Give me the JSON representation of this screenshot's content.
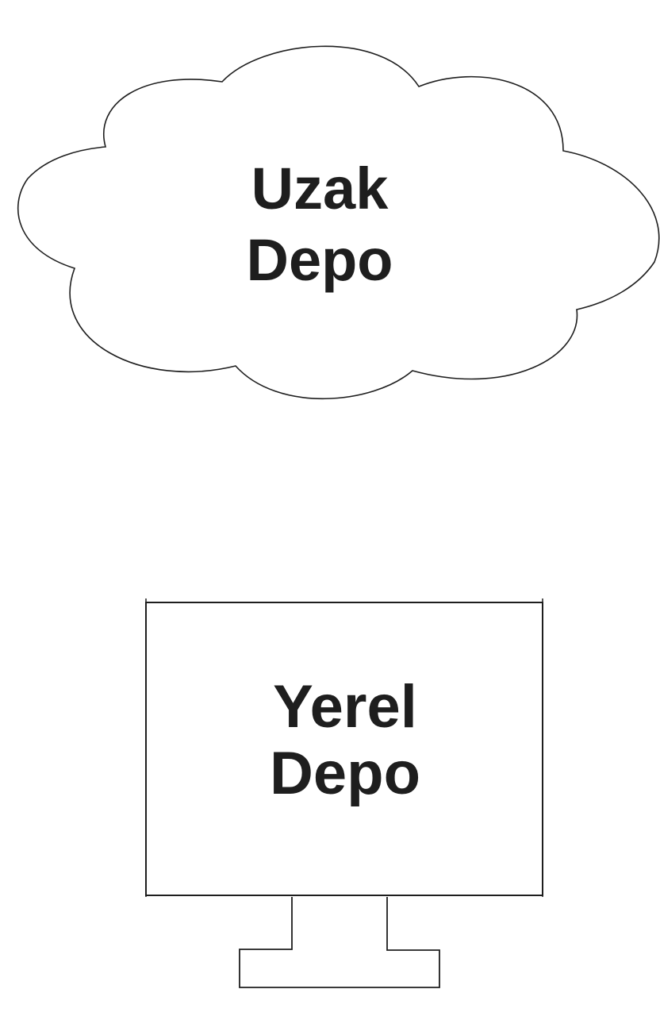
{
  "diagram": {
    "remote": {
      "shape": "cloud",
      "label_line1": "Uzak",
      "label_line2": "Depo"
    },
    "local": {
      "shape": "monitor",
      "label_line1": "Yerel",
      "label_line2": "Depo"
    },
    "colors": {
      "background": "#ffffff",
      "stroke": "#1e1e1e",
      "text": "#1e1e1e"
    }
  }
}
